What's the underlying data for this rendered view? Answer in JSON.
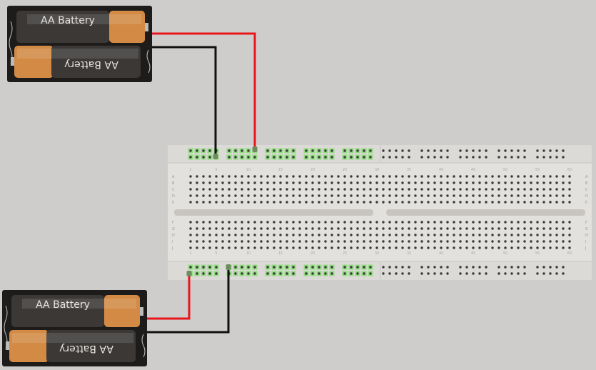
{
  "batteries": [
    {
      "cell_top_label": "AA Battery",
      "cell_bottom_label": "AA Battery"
    },
    {
      "cell_top_label": "AA Battery",
      "cell_bottom_label": "AA Battery"
    }
  ],
  "breadboard": {
    "columns": 60,
    "column_labels": [
      "1",
      "5",
      "10",
      "15",
      "20",
      "25",
      "30",
      "35",
      "40",
      "45",
      "50",
      "55",
      "60"
    ],
    "rows_top": [
      "A",
      "B",
      "C",
      "D",
      "E"
    ],
    "rows_bottom": [
      "F",
      "G",
      "H",
      "I",
      "J"
    ]
  },
  "colors": {
    "background": "#cfcdcb",
    "board": "#e3e1de",
    "hole": "#3a3a3a",
    "connected_hole": "#8fdc7e",
    "wire_positive": "#e8151b",
    "wire_negative": "#111111",
    "battery_case": "#1e1c1b",
    "battery_orange": "#d28a45"
  }
}
